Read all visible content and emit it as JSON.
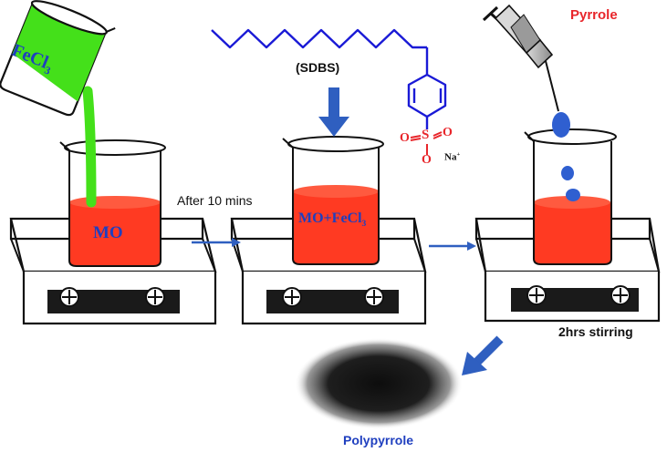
{
  "labels": {
    "fecl3_base": "FeCl",
    "fecl3_sub": "3",
    "mo": "MO",
    "mo_fecl3_base": "MO+FeCl",
    "mo_fecl3_sub": "3",
    "sdbs": "(SDBS)",
    "pyrrole": "Pyrrole",
    "after_10_mins": "After 10 mins",
    "stirring": "2hrs stirring",
    "polypyrrole": "Polypyrrole",
    "sulfonate_s": "S",
    "sulfonate_o_left": "O",
    "sulfonate_o_right": "O",
    "sulfonate_o_bottom": "O",
    "na_base": "Na",
    "na_charge": "+"
  },
  "colors": {
    "solution_red": "#ff3a22",
    "fecl3_green": "#44e01a",
    "molecule_blue": "#1a1ad6",
    "arrow_blue": "#2f5fc0",
    "label_red": "#e8262b",
    "label_blue": "#1f3fbf",
    "polymer_black": "#141414"
  }
}
